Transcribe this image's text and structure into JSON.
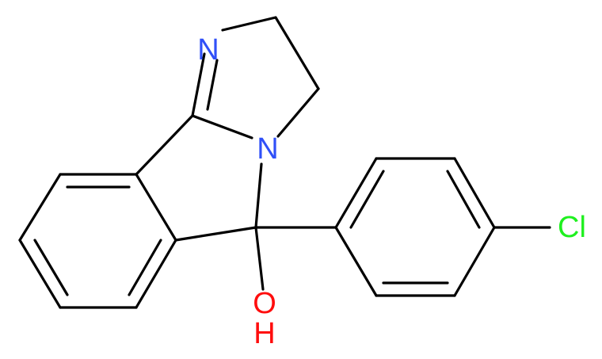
{
  "colors": {
    "bond": "#000000",
    "nitrogen": "#3050F8",
    "oxygen": "#FF0D0D",
    "chlorine": "#1FF01F"
  },
  "atoms": {
    "n_imine": "N",
    "n_amine": "N",
    "hydroxyl_o": "O",
    "hydroxyl_h": "H",
    "chlorine": "Cl"
  }
}
